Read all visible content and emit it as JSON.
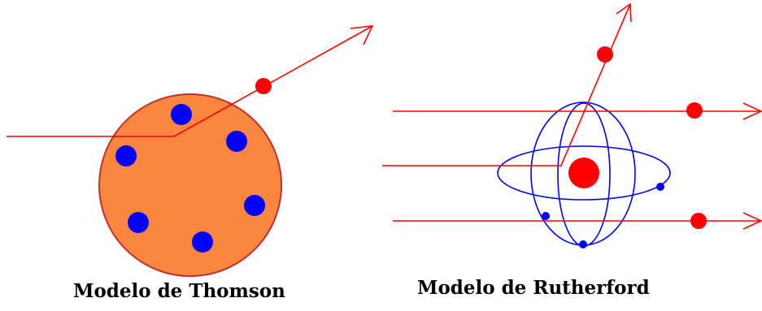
{
  "captions": {
    "thomson": "Modelo de Thomson",
    "rutherford": "Modelo de Rutherford"
  },
  "colors": {
    "background": "#ffffff",
    "thomson_sphere_fill": "#fb8640",
    "thomson_sphere_edge": "#c0302a",
    "electron": "#0000ff",
    "alpha_particle": "#ff0000",
    "trajectory": "#ff0000",
    "orbit": "#0000ff",
    "nucleus": "#ff0000",
    "caption_text": "#000000"
  },
  "thomson_model": {
    "electrons_shown": 6,
    "alpha_particles_shown": 1,
    "trajectory": "deflected"
  },
  "rutherford_model": {
    "orbits_shown": 3,
    "electrons_shown": 3,
    "alpha_particles_shown": 3,
    "trajectories": [
      "straight",
      "deflected",
      "straight"
    ]
  }
}
